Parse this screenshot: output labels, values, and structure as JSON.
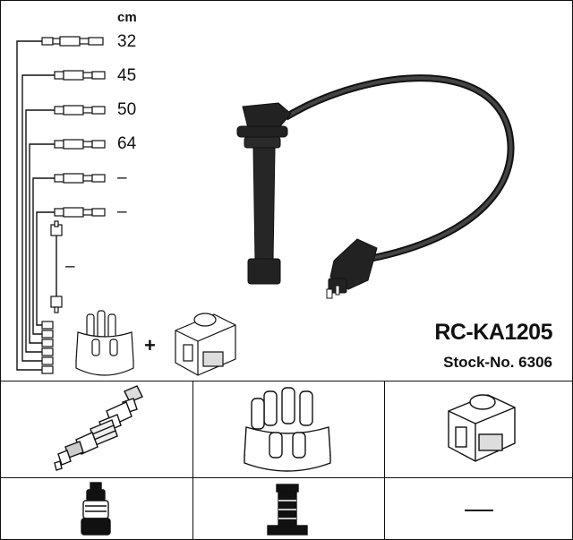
{
  "header": {
    "unit": "cm",
    "lengths": [
      "32",
      "45",
      "50",
      "64",
      "–",
      "–"
    ],
    "coil_length": "–"
  },
  "product": {
    "part_number": "RC-KA1205",
    "stock_label": "Stock-No. 6306"
  },
  "accessory": {
    "plus": "+"
  },
  "components": {
    "spark_plug": "spark-plug-icon",
    "distributor_cap": "distributor-cap-icon",
    "ignition_coil": "ignition-coil-icon",
    "plug_connector": "plug-connector-icon",
    "coil_connector": "coil-connector-icon",
    "none": "–"
  }
}
